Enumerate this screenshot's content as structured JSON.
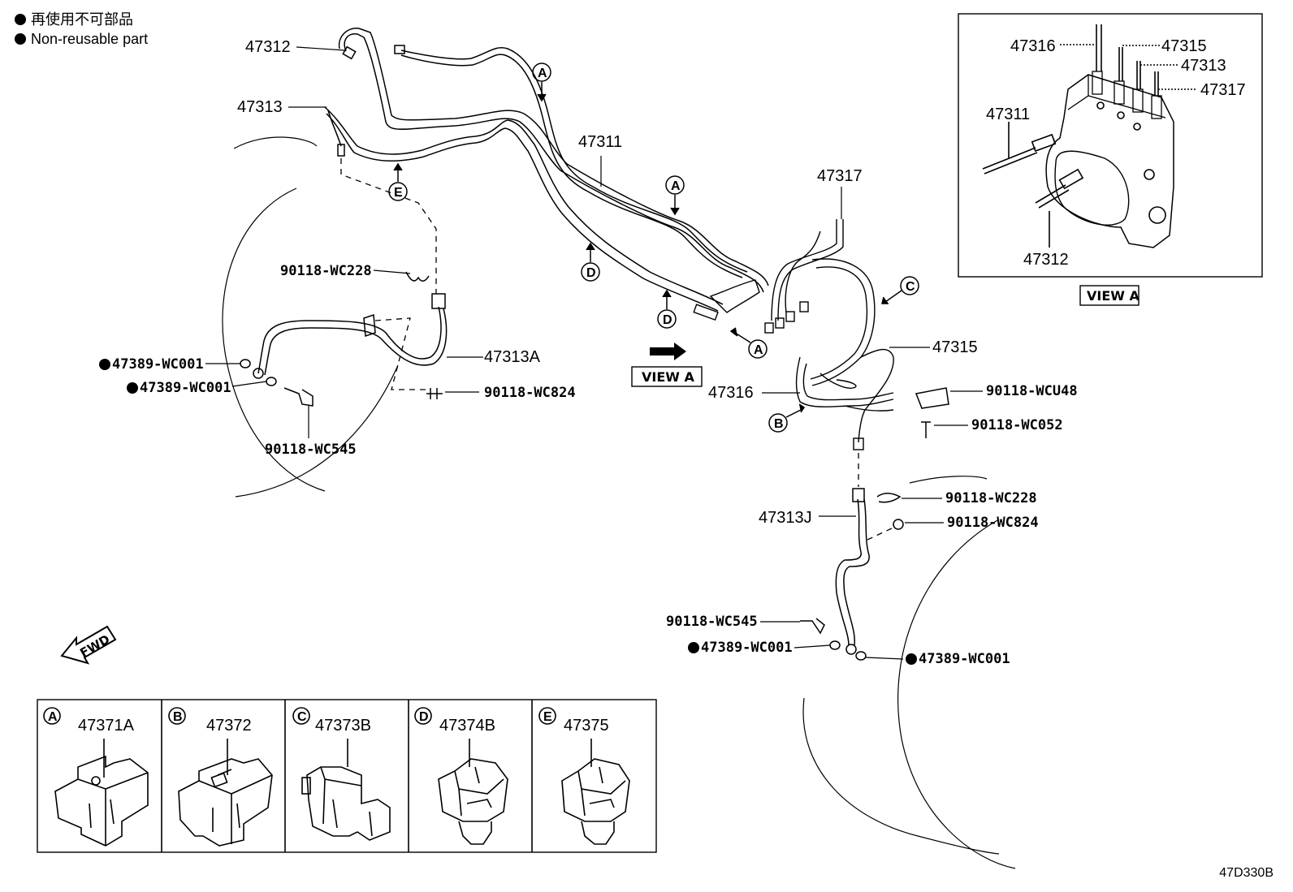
{
  "legend": {
    "line_jp": "再使用不可部品",
    "line_en": "Non-reusable part"
  },
  "labels": {
    "p47312": "47312",
    "p47313": "47313",
    "p47311": "47311",
    "p47317": "47317",
    "p47315": "47315",
    "p47316": "47316",
    "p47313A": "47313A",
    "p47313J": "47313J",
    "wc228_left": "90118-WC228",
    "wc001_a": "47389-WC001",
    "wc001_b": "47389-WC001",
    "wc824_left": "90118-WC824",
    "wc545_left": "90118-WC545",
    "wcu48": "90118-WCU48",
    "wc052": "90118-WC052",
    "wc228_right": "90118-WC228",
    "wc824_right": "90118-WC824",
    "wc545_right": "90118-WC545",
    "wc001_c": "47389-WC001",
    "wc001_d": "47389-WC001"
  },
  "view_a": {
    "caption": "VIEW A",
    "inline_caption": "VIEW A",
    "p47316": "47316",
    "p47315": "47315",
    "p47313": "47313",
    "p47317": "47317",
    "p47311": "47311",
    "p47312": "47312"
  },
  "markers": {
    "A": "A",
    "B": "B",
    "C": "C",
    "D": "D",
    "E": "E"
  },
  "fwd": "FWD",
  "clamps": [
    {
      "letter": "A",
      "part": "47371A"
    },
    {
      "letter": "B",
      "part": "47372"
    },
    {
      "letter": "C",
      "part": "47373B"
    },
    {
      "letter": "D",
      "part": "47374B"
    },
    {
      "letter": "E",
      "part": "47375"
    }
  ],
  "diagram_code": "47D330B"
}
